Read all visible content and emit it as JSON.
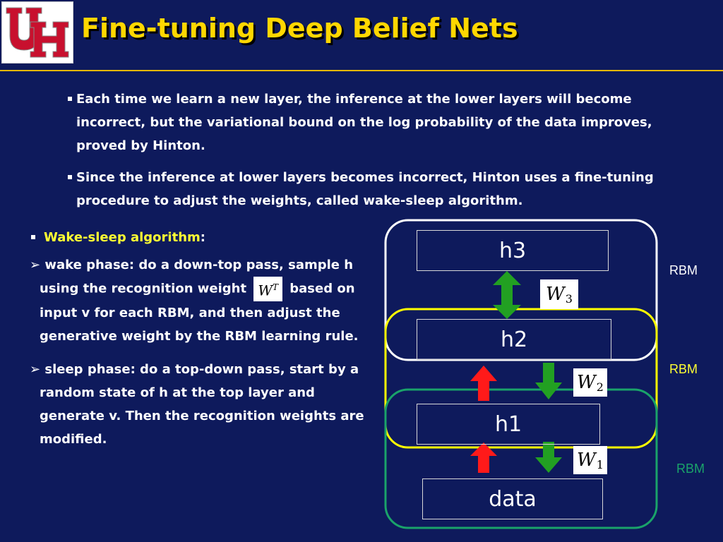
{
  "title": "Fine-tuning Deep Belief Nets",
  "top_bullets": [
    "Each time we learn a new layer, the inference at the lower layers will become incorrect, but the variational bound on the log probability of the data improves, proved by Hinton.",
    "Since the inference at lower layers becomes incorrect, Hinton uses a fine-tuning procedure to adjust the weights, called wake-sleep algorithm."
  ],
  "wake_sleep": {
    "heading": "Wake-sleep algorithm",
    "colon": ":",
    "wake_before": "wake phase: do a down-top pass, sample h using the recognition weight",
    "wake_math_base": "W",
    "wake_math_sup": "T",
    "wake_after": "based on input v for each RBM, and then adjust the generative weight by the RBM learning rule.",
    "sleep": "sleep phase: do a top-down pass, start by a random state of h at the top layer and generate v. Then the recognition weights are modified."
  },
  "diagram": {
    "layers": [
      "h3",
      "h2",
      "h1",
      "data"
    ],
    "weights": [
      {
        "base": "W",
        "sub": "3"
      },
      {
        "base": "W",
        "sub": "2"
      },
      {
        "base": "W",
        "sub": "1"
      }
    ],
    "rbm_labels": [
      "RBM",
      "RBM",
      "RBM"
    ]
  },
  "colors": {
    "background": "#0e1a5c",
    "title": "#ffd700",
    "rbm_top": "#ffffff",
    "rbm_middle": "#ffff00",
    "rbm_bottom": "#1aa36a",
    "up_arrow": "#ff1a1a",
    "down_arrow": "#22a022",
    "bidir_arrow": "#22a022"
  }
}
